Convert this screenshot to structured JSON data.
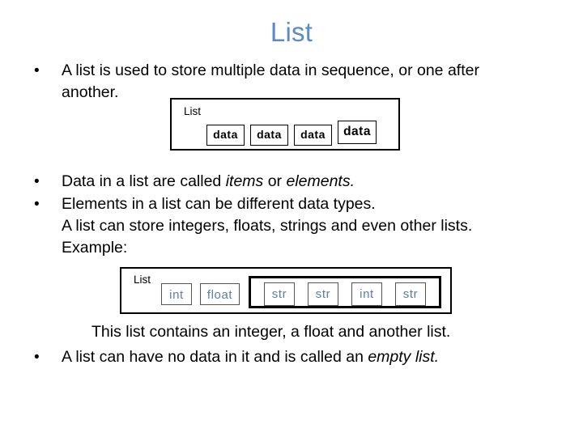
{
  "slide": {
    "title": "List",
    "bullet_glyph": "•",
    "bullets": [
      {
        "id": "list-definition",
        "text": "A list is used to store multiple data in sequence, or one after another."
      },
      {
        "id": "items-elements",
        "text_before": "Data in a list are called ",
        "italic_1": "items",
        "text_middle": " or ",
        "italic_2": "elements.",
        "text": "Data in a list are called items or elements."
      },
      {
        "id": "data-types",
        "line1": "Elements in a list can be different data types.",
        "line2": "A list can store integers, floats, strings and even other lists.",
        "line3": "Example:"
      },
      {
        "id": "empty-list",
        "text_before": "A list can have no data in it and is called an ",
        "italic_1": "empty list.",
        "text": "A list can have no data in it and is called an empty list."
      }
    ],
    "caption": "This list contains an integer, a float and another list."
  },
  "diagram_one": {
    "label": "List",
    "cells": [
      {
        "text": "data"
      },
      {
        "text": "data"
      },
      {
        "text": "data"
      },
      {
        "text": "data"
      }
    ]
  },
  "diagram_two": {
    "label": "List",
    "outer_cells": [
      {
        "text": "int"
      },
      {
        "text": "float"
      }
    ],
    "nested_cells": [
      {
        "text": "str"
      },
      {
        "text": "str"
      },
      {
        "text": "int"
      },
      {
        "text": "str"
      }
    ]
  },
  "colors": {
    "title": "#5b8ac5",
    "type_text": "#5b7fa6",
    "border": "#000000",
    "background": "#ffffff",
    "body_text": "#000000"
  }
}
